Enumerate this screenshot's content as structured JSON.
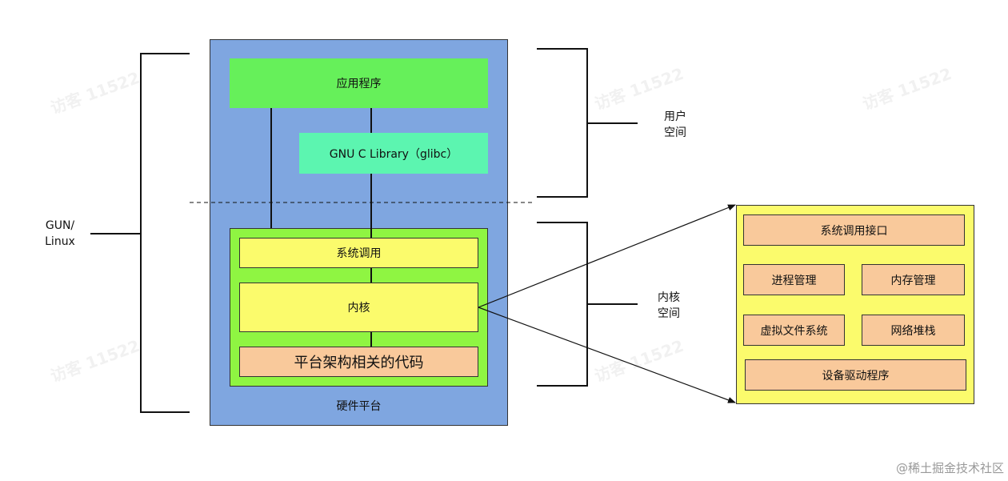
{
  "diagram": {
    "app_label": "应用程序",
    "glibc_label": "GNU C Library（glibc）",
    "syscall_label": "系统调用",
    "kernel_label": "内核",
    "arch_code_label": "平台架构相关的代码",
    "hardware_label": "硬件平台",
    "gnu_linux_label": [
      "GUN/",
      "Linux"
    ],
    "user_space_label": [
      "用户",
      "空间"
    ],
    "kernel_space_label": [
      "内核",
      "空间"
    ],
    "kernel_detail": {
      "syscall_interface": "系统调用接口",
      "process_mgmt": "进程管理",
      "memory_mgmt": "内存管理",
      "vfs": "虚拟文件系统",
      "network_stack": "网络堆栈",
      "device_drivers": "设备驱动程序"
    }
  },
  "watermark": "访客 11522",
  "footer": "@稀土掘金技术社区",
  "colors": {
    "hardware_blue": "#7fa6e0",
    "app_green": "#66f05a",
    "glibc_teal": "#5cf5b0",
    "kernel_lime": "#8ff542",
    "kernel_yellow": "#fbfb6c",
    "arch_orange": "#f9c99b",
    "detail_yellow": "#fbfb6c"
  }
}
